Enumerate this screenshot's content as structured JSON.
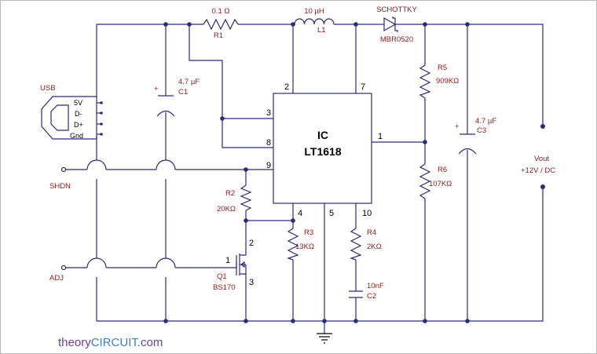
{
  "ic": {
    "line1": "IC",
    "line2": "LT1618",
    "pins": {
      "p1": "1",
      "p2": "2",
      "p3": "3",
      "p4": "4",
      "p5": "5",
      "p7": "7",
      "p8": "8",
      "p9": "9",
      "p10": "10"
    }
  },
  "usb": {
    "title": "USB",
    "pins": [
      "5V",
      "D-",
      "D+",
      "Gnd"
    ]
  },
  "r1": {
    "value": "0.1 Ω",
    "name": "R1"
  },
  "l1": {
    "value": "10 µH",
    "name": "L1"
  },
  "d1": {
    "type": "SCHOTTKY",
    "part": "MBR0520"
  },
  "c1": {
    "value": "4.7 µF",
    "name": "C1"
  },
  "c3": {
    "value": "4.7 µF",
    "name": "C3"
  },
  "c2": {
    "value": "10nF",
    "name": "C2"
  },
  "r5": {
    "name": "R5",
    "value": "909KΩ"
  },
  "r6": {
    "name": "R6",
    "value": "107KΩ"
  },
  "r2": {
    "name": "R2",
    "value": "20KΩ"
  },
  "r3": {
    "name": "R3",
    "value": "13KΩ"
  },
  "r4": {
    "name": "R4",
    "value": "2KΩ"
  },
  "q1": {
    "name": "Q1",
    "part": "BS170",
    "pins": {
      "p1": "1",
      "p2": "2",
      "p3": "3"
    }
  },
  "inputs": {
    "shdn": "SHDN",
    "adj": "ADJ"
  },
  "vout": {
    "line1": "Vout",
    "line2": "+12V / DC"
  },
  "watermark": {
    "part1": "theory",
    "part2": "CIRCUIT",
    "part3": ".com"
  }
}
